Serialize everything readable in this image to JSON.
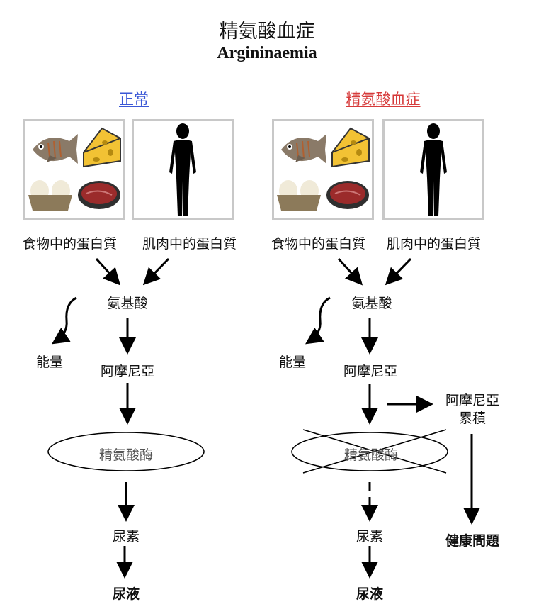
{
  "title": {
    "chinese": "精氨酸血症",
    "english": "Argininaemia"
  },
  "columns": {
    "normal": {
      "heading": "正常",
      "food_protein": "食物中的蛋白質",
      "muscle_protein": "肌肉中的蛋白質",
      "amino_acid": "氨基酸",
      "energy": "能量",
      "arginine": "阿摩尼亞",
      "enzyme": "精氨酸酶",
      "urea": "尿素",
      "urine": "尿液"
    },
    "disease": {
      "heading": "精氨酸血症",
      "food_protein": "食物中的蛋白質",
      "muscle_protein": "肌肉中的蛋白質",
      "amino_acid": "氨基酸",
      "energy": "能量",
      "arginine": "阿摩尼亞",
      "accumulation_line1": "阿摩尼亞",
      "accumulation_line2": "累積",
      "enzyme": "精氨酸酶",
      "urea": "尿素",
      "urine": "尿液",
      "health_problems": "健康問題"
    }
  },
  "icons": [
    "fish-icon",
    "cheese-icon",
    "eggs-icon",
    "steak-icon",
    "human-silhouette-icon"
  ],
  "colors": {
    "normal_heading": "#3a57d6",
    "disease_heading": "#d63a3a",
    "box_border": "#c8c8c8"
  }
}
